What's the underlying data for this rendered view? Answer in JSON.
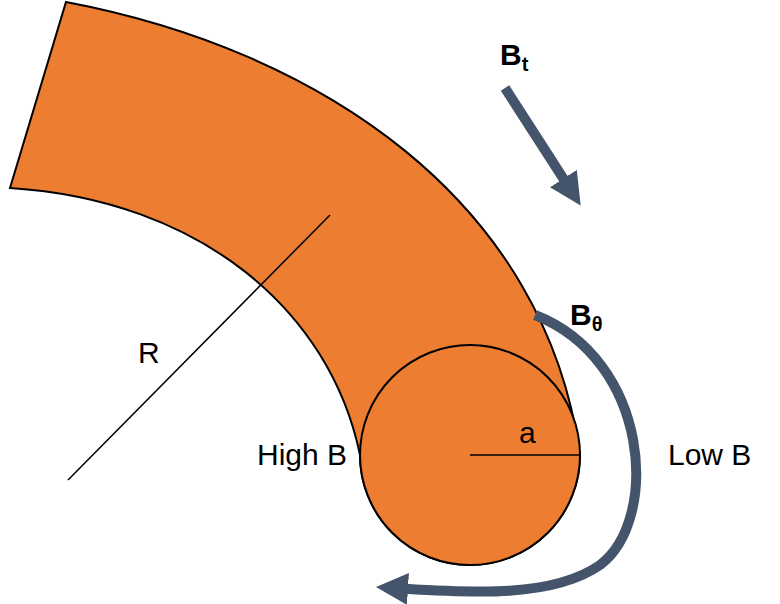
{
  "diagram": {
    "labels": [
      "Bt",
      "Bθ",
      "R",
      "a",
      "High B",
      "Low B"
    ]
  }
}
